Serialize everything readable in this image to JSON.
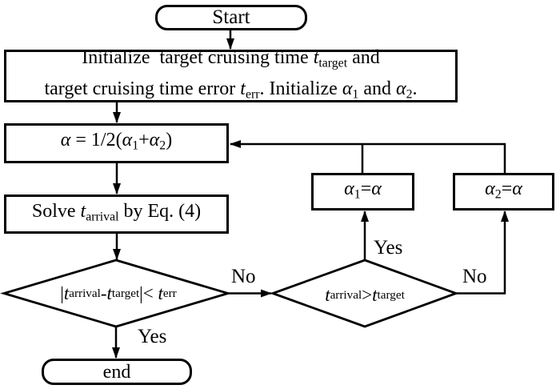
{
  "colors": {
    "ink": "#000000",
    "paper": "#ffffff"
  },
  "nodes": {
    "start": {
      "label": "Start"
    },
    "init": {
      "line1": [
        {
          "t": "n",
          "s": "Initialize  target cruising time "
        },
        {
          "t": "i",
          "s": "t"
        },
        {
          "t": "s",
          "s": "target"
        },
        {
          "t": "n",
          "s": " and"
        }
      ],
      "line2": [
        {
          "t": "n",
          "s": "target cruising time error "
        },
        {
          "t": "i",
          "s": "t"
        },
        {
          "t": "s",
          "s": "err"
        },
        {
          "t": "n",
          "s": ". Initialize "
        },
        {
          "t": "i",
          "s": "α"
        },
        {
          "t": "s",
          "s": "1"
        },
        {
          "t": "n",
          "s": " and "
        },
        {
          "t": "i",
          "s": "α"
        },
        {
          "t": "s",
          "s": "2"
        },
        {
          "t": "n",
          "s": "."
        }
      ]
    },
    "alpha_update": {
      "segments": [
        {
          "t": "i",
          "s": "α"
        },
        {
          "t": "n",
          "s": " = 1/2("
        },
        {
          "t": "i",
          "s": "α"
        },
        {
          "t": "s",
          "s": "1"
        },
        {
          "t": "n",
          "s": "+"
        },
        {
          "t": "i",
          "s": "α"
        },
        {
          "t": "s",
          "s": "2"
        },
        {
          "t": "n",
          "s": ")"
        }
      ]
    },
    "solve": {
      "segments": [
        {
          "t": "n",
          "s": "Solve "
        },
        {
          "t": "i",
          "s": "t"
        },
        {
          "t": "s",
          "s": "arrival"
        },
        {
          "t": "n",
          "s": " by Eq. (4)"
        }
      ]
    },
    "decision_err": {
      "segments": [
        {
          "t": "n",
          "s": "|"
        },
        {
          "t": "i",
          "s": "t"
        },
        {
          "t": "s",
          "s": "arrival"
        },
        {
          "t": "n",
          "s": "-"
        },
        {
          "t": "i",
          "s": "t"
        },
        {
          "t": "s",
          "s": "target"
        },
        {
          "t": "n",
          "s": "|< "
        },
        {
          "t": "i",
          "s": "t"
        },
        {
          "t": "s",
          "s": "err"
        }
      ]
    },
    "decision_target": {
      "segments": [
        {
          "t": "i",
          "s": "t"
        },
        {
          "t": "s",
          "s": "arrival"
        },
        {
          "t": "n",
          "s": ">"
        },
        {
          "t": "i",
          "s": "t"
        },
        {
          "t": "s",
          "s": "target"
        }
      ]
    },
    "alpha1_set": {
      "segments": [
        {
          "t": "i",
          "s": "α"
        },
        {
          "t": "s",
          "s": "1"
        },
        {
          "t": "n",
          "s": "="
        },
        {
          "t": "i",
          "s": "α"
        }
      ]
    },
    "alpha2_set": {
      "segments": [
        {
          "t": "i",
          "s": "α"
        },
        {
          "t": "s",
          "s": "2"
        },
        {
          "t": "n",
          "s": "="
        },
        {
          "t": "i",
          "s": "α"
        }
      ]
    },
    "end": {
      "label": "end"
    }
  },
  "edge_labels": {
    "d1_no": "No",
    "d1_yes": "Yes",
    "d2_yes": "Yes",
    "d2_no": "No"
  }
}
